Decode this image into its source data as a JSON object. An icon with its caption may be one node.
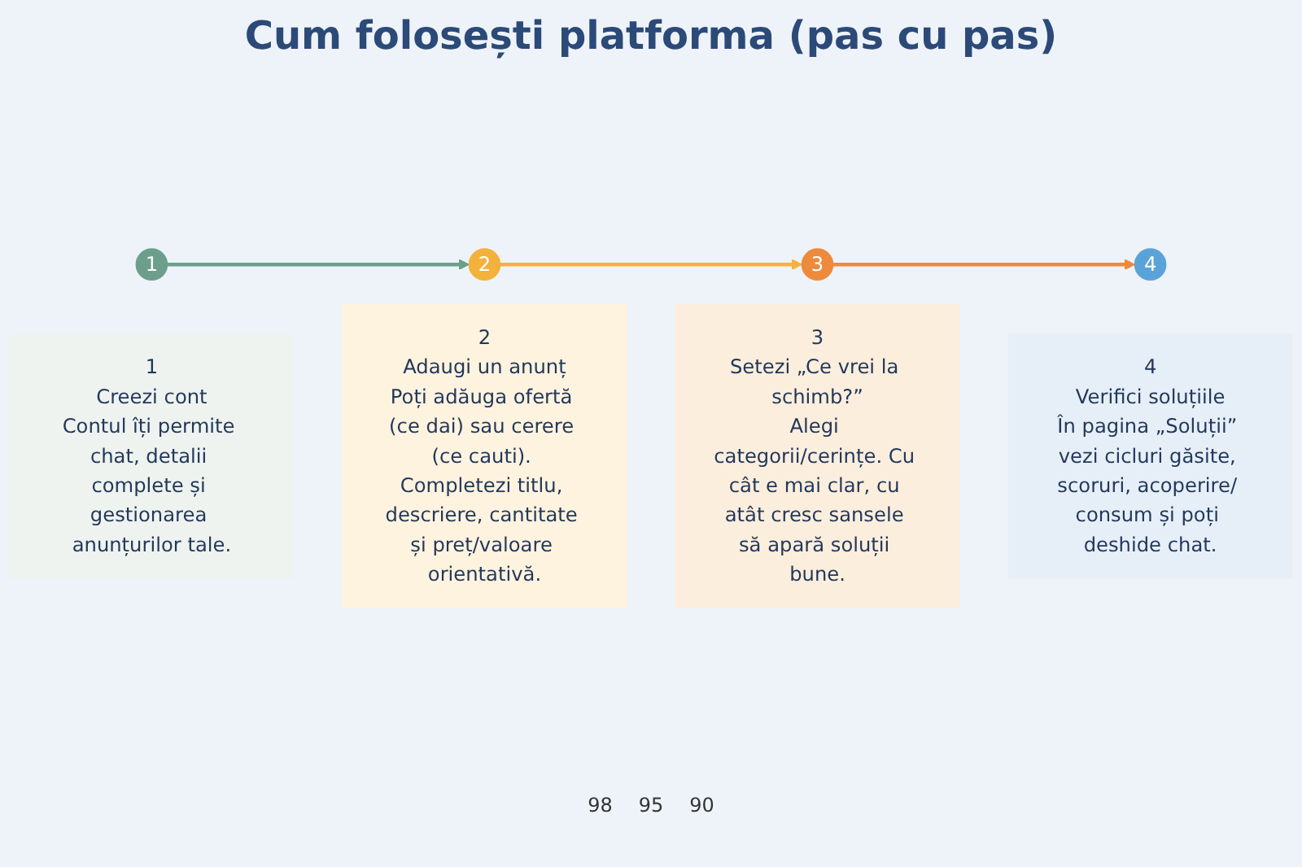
{
  "diagram": {
    "title": "Cum folosești platforma (pas cu pas)",
    "nodes": [
      {
        "text": [
          "1"
        ]
      },
      {
        "text": [
          "2"
        ]
      },
      {
        "text": [
          "3"
        ]
      },
      {
        "text": [
          "4"
        ]
      },
      {
        "text": [
          "1",
          "Creezi cont",
          "Contul îți permite chat, detalii complete și gestionarea anunțurilor tale."
        ]
      },
      {
        "text": [
          "2",
          "Adaugi un anunț",
          "Poți adăuga ofertă (ce dai) sau cerere (ce cauti). Completezi titlu, descriere, cantitate și preț/valoare orientativă."
        ]
      },
      {
        "text": [
          "3",
          "Setezi „Ce vrei la schimb?”",
          "Alegi categorii/cerințe. Cu cât e mai clar, cu atât cresc sansele să apară soluții bune."
        ]
      },
      {
        "text": [
          "4",
          "Verifici soluțiile",
          "În pagina „Soluții” vezi cicluri găsite, scoruri, acoperire/ consum și poți deshide chat."
        ]
      }
    ],
    "edges": [
      {
        "from": 0,
        "to": 1,
        "arrow": "to",
        "color": "#6c9f8b"
      },
      {
        "from": 1,
        "to": 2,
        "arrow": "to",
        "color": "#f4b13c"
      },
      {
        "from": 2,
        "to": 3,
        "arrow": "to",
        "color": "#ee8a3c"
      }
    ],
    "labels": [
      "98",
      "95",
      "90"
    ]
  }
}
